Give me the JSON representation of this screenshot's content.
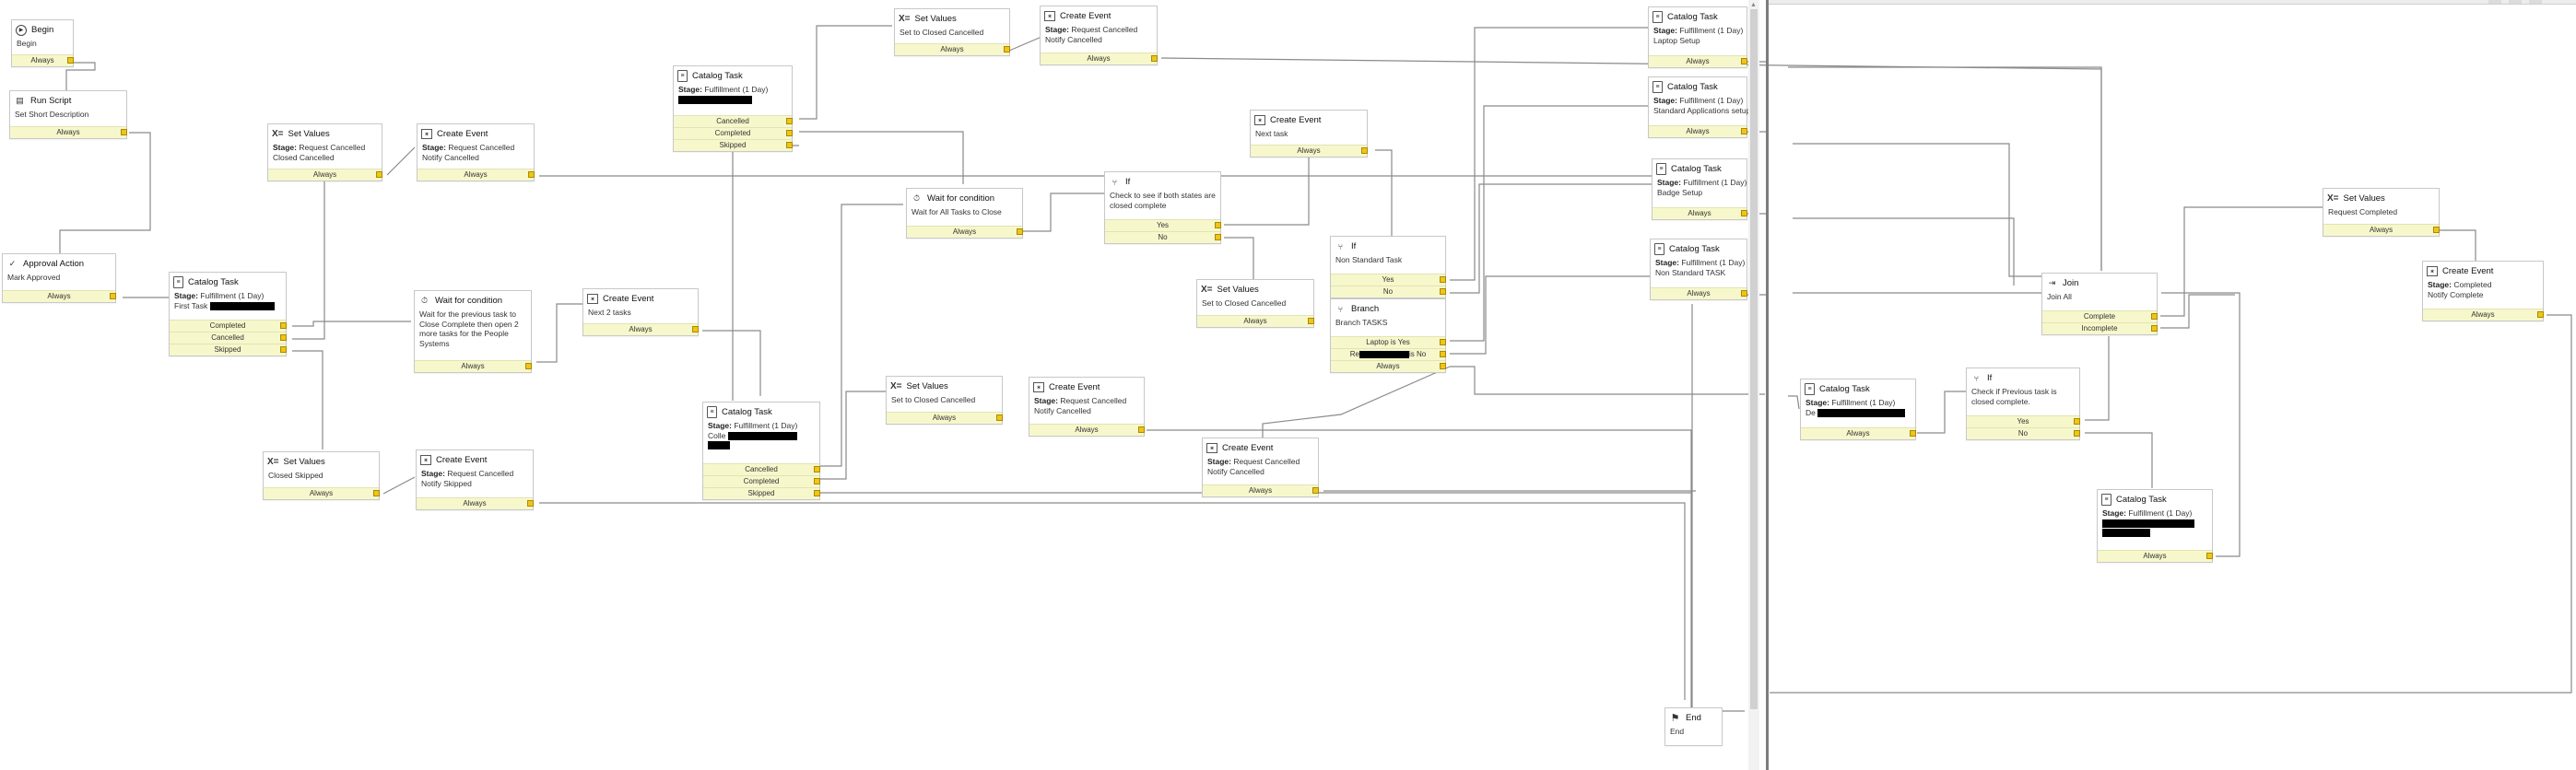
{
  "canvas_title": "",
  "nodes": {
    "begin": {
      "title": "Begin",
      "body": [
        "Begin"
      ],
      "port": [
        "Always"
      ]
    },
    "run_script": {
      "title": "Run Script",
      "body": [
        "Set Short Description"
      ],
      "port": [
        "Always"
      ]
    },
    "approval": {
      "title": "Approval Action",
      "body": [
        "Mark Approved"
      ],
      "port": [
        "Always"
      ]
    },
    "ct_first": {
      "title": "Catalog Task",
      "stage_label": "Stage:",
      "stage": "Fulfillment (1 Day)",
      "line2": "First Task",
      "port": [
        "Completed",
        "Cancelled",
        "Skipped"
      ]
    },
    "sv_req_cancel": {
      "title": "Set Values",
      "stage_label": "Stage:",
      "stage": "Request Cancelled",
      "line2": "Closed Cancelled",
      "port": [
        "Always"
      ]
    },
    "ce_req_cancel_1": {
      "title": "Create Event",
      "stage_label": "Stage:",
      "stage": "Request Cancelled",
      "line2": "Notify Cancelled",
      "port": [
        "Always"
      ]
    },
    "wait_prev": {
      "title": "Wait for condition",
      "body": [
        "Wait for the previous task to",
        "Close Complete then open 2",
        "more tasks for the People",
        "Systems"
      ],
      "port": [
        "Always"
      ]
    },
    "ce_next2": {
      "title": "Create Event",
      "body": [
        "Next 2 tasks"
      ],
      "port": [
        "Always"
      ]
    },
    "sv_closed_skipped": {
      "title": "Set Values",
      "body": [
        "Closed Skipped"
      ],
      "port": [
        "Always"
      ]
    },
    "ce_req_cancel_skip": {
      "title": "Create Event",
      "stage_label": "Stage:",
      "stage": "Request Cancelled",
      "line2": "Notify Skipped",
      "port": [
        "Always"
      ]
    },
    "ct_top": {
      "title": "Catalog Task",
      "stage_label": "Stage:",
      "stage": "Fulfillment (1 Day)",
      "port": [
        "Cancelled",
        "Completed",
        "Skipped"
      ]
    },
    "sv_closed_cancel_top": {
      "title": "Set Values",
      "body": [
        "Set to Closed Cancelled"
      ],
      "port": [
        "Always"
      ]
    },
    "ce_req_cancel_top": {
      "title": "Create Event",
      "stage_label": "Stage:",
      "stage": "Request Cancelled",
      "line2": "Notify Cancelled",
      "port": [
        "Always"
      ]
    },
    "wait_all": {
      "title": "Wait for condition",
      "body": [
        "Wait for All Tasks to Close"
      ],
      "port": [
        "Always"
      ]
    },
    "ce_next_task": {
      "title": "Create Event",
      "body": [
        "Next task"
      ],
      "port": [
        "Always"
      ]
    },
    "if_both": {
      "title": "If",
      "body": [
        "Check to see if both states are",
        "closed complete"
      ],
      "port": [
        "Yes",
        "No"
      ]
    },
    "sv_closed_cancel_mid": {
      "title": "Set Values",
      "body": [
        "Set to Closed Cancelled"
      ],
      "port": [
        "Always"
      ]
    },
    "if_nonstd": {
      "title": "If",
      "body": [
        "Non Standard Task"
      ],
      "port": [
        "Yes",
        "No"
      ]
    },
    "branch": {
      "title": "Branch",
      "body": [
        "Branch TASKS"
      ],
      "port": [
        "Laptop is Yes",
        "No",
        "Always"
      ],
      "port_prefix": "Re",
      "port_suffix": "is No"
    },
    "ct_colle": {
      "title": "Catalog Task",
      "stage_label": "Stage:",
      "stage": "Fulfillment (1 Day)",
      "line2": "Colle",
      "port": [
        "Cancelled",
        "Completed",
        "Skipped"
      ]
    },
    "sv_closed_cancel_low": {
      "title": "Set Values",
      "body": [
        "Set to Closed Cancelled"
      ],
      "port": [
        "Always"
      ]
    },
    "ce_req_cancel_low": {
      "title": "Create Event",
      "stage_label": "Stage:",
      "stage": "Request Cancelled",
      "line2": "Notify Cancelled",
      "port": [
        "Always"
      ]
    },
    "ce_req_cancel_low2": {
      "title": "Create Event",
      "stage_label": "Stage:",
      "stage": "Request Cancelled",
      "line2": "Notify Cancelled",
      "port": [
        "Always"
      ]
    },
    "ct_laptop": {
      "title": "Catalog Task",
      "stage_label": "Stage:",
      "stage": "Fulfillment (1 Day)",
      "line2": "Laptop Setup",
      "port": [
        "Always"
      ]
    },
    "ct_std_apps": {
      "title": "Catalog Task",
      "stage_label": "Stage:",
      "stage": "Fulfillment (1 Day)",
      "line2": "Standard Applications setup",
      "port": [
        "Always"
      ]
    },
    "ct_badge": {
      "title": "Catalog Task",
      "stage_label": "Stage:",
      "stage": "Fulfillment (1 Day)",
      "line2": "Badge Setup",
      "port": [
        "Always"
      ]
    },
    "ct_nonstd": {
      "title": "Catalog Task",
      "stage_label": "Stage:",
      "stage": "Fulfillment (1 Day)",
      "line2": "Non Standard TASK",
      "port": [
        "Always"
      ]
    },
    "end": {
      "title": "End",
      "body": [
        "End"
      ]
    },
    "ct_de": {
      "title": "Catalog Task",
      "stage_label": "Stage:",
      "stage": "Fulfillment (1 Day)",
      "line2": "De",
      "port": [
        "Always"
      ]
    },
    "if_prev": {
      "title": "If",
      "body": [
        "Check if Previous task is",
        "closed complete."
      ],
      "port": [
        "Yes",
        "No"
      ]
    },
    "join": {
      "title": "Join",
      "body": [
        "Join All"
      ],
      "port": [
        "Complete",
        "Incomplete"
      ]
    },
    "sv_req_completed": {
      "title": "Set Values",
      "body": [
        "Request Completed"
      ],
      "port": [
        "Always"
      ]
    },
    "ce_completed": {
      "title": "Create Event",
      "stage_label": "Stage:",
      "stage": "Completed",
      "line2": "Notify Complete",
      "port": [
        "Always"
      ]
    },
    "ct_last": {
      "title": "Catalog Task",
      "stage_label": "Stage:",
      "stage": "Fulfillment (1 Day)",
      "port": [
        "Always"
      ]
    }
  },
  "colors": {
    "port_bg": "#f7f7cc",
    "port_dot": "#f0c419",
    "wire": "#8a8a8a",
    "node_border": "#c8c8c8",
    "divider": "#7d7d7d"
  },
  "icons": {
    "task": "catalog-task-icon",
    "event": "create-event-icon",
    "set": "set-values-icon",
    "if": "if-icon",
    "wait": "timer-icon",
    "begin": "play-icon",
    "end": "flag-icon",
    "join": "join-icon",
    "branch": "branch-icon",
    "script": "script-icon",
    "approval": "approval-icon"
  }
}
